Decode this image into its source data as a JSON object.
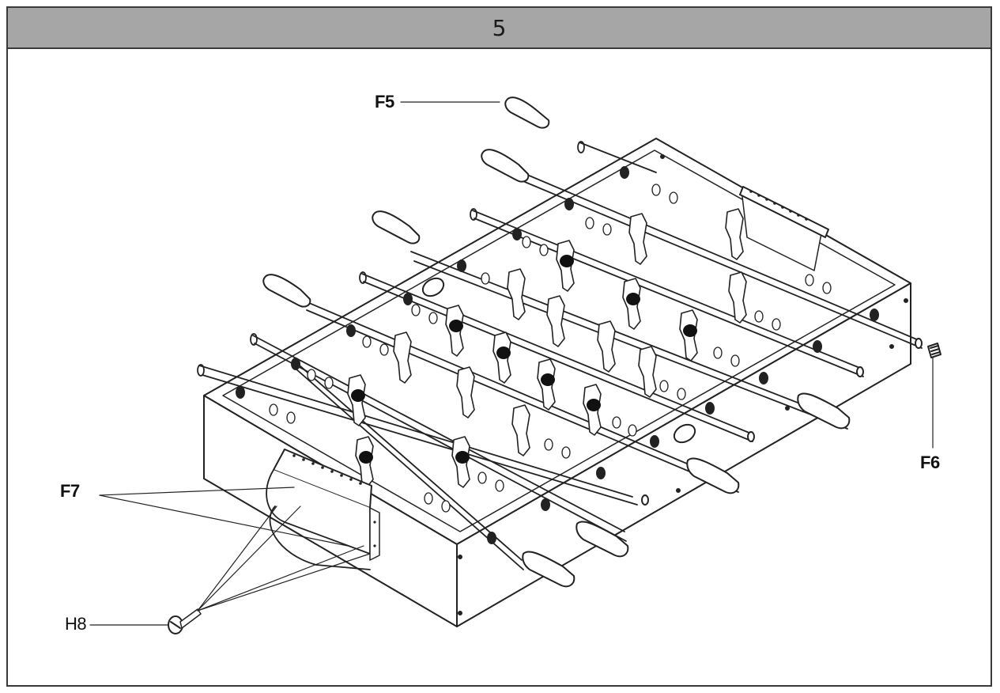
{
  "step": {
    "number": "5"
  },
  "callouts": {
    "f5": "F5",
    "f6": "F6",
    "f7": "F7",
    "h8": "H8"
  },
  "colors": {
    "header_bg": "#a6a6a6",
    "line": "#222222",
    "player_dark": "#111111"
  }
}
